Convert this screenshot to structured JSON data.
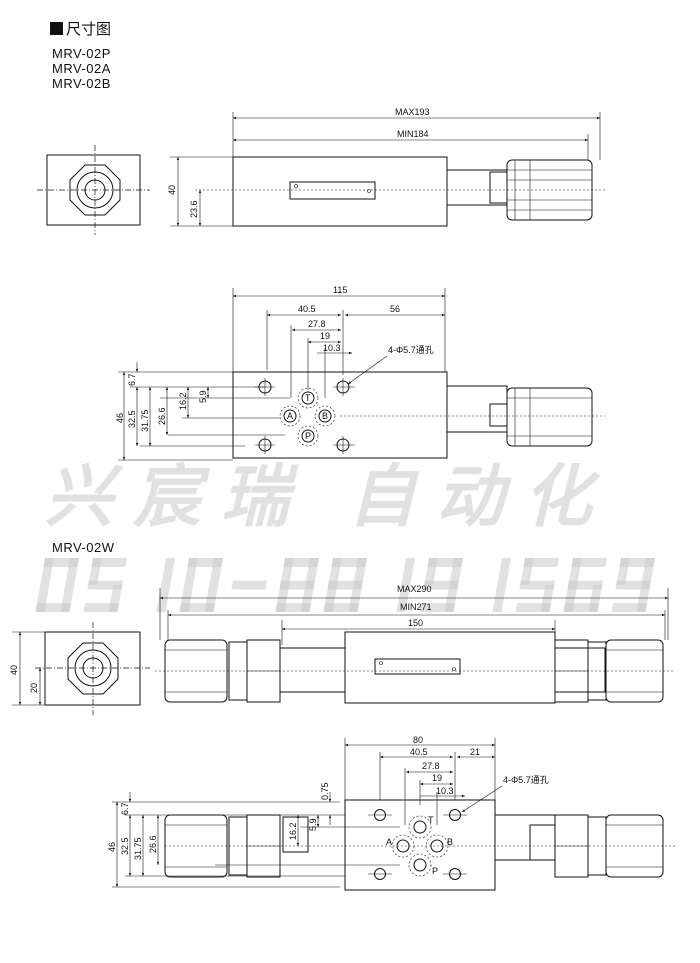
{
  "header": {
    "title": "尺寸图"
  },
  "models_top": [
    "MRV-02P",
    "MRV-02A",
    "MRV-02B"
  ],
  "model_bottom": "MRV-02W",
  "watermark": {
    "line1": "兴宸瑞 自动化",
    "line2": "0510-88191569"
  },
  "top": {
    "max": "MAX193",
    "min": "MIN184",
    "h40": "40",
    "h236": "23.6"
  },
  "mid": {
    "d115": "115",
    "d405": "40.5",
    "d56": "56",
    "d278": "27.8",
    "d19": "19",
    "d103": "10.3",
    "hole_note": "4-Φ5.7通孔",
    "v46": "46",
    "v325": "32.5",
    "v3175": "31.75",
    "v266": "26.6",
    "v162": "16.2",
    "v59": "5.9",
    "v67": "6.7",
    "ports": {
      "T": "T",
      "A": "A",
      "B": "B",
      "P": "P"
    }
  },
  "w": {
    "max": "MAX290",
    "min": "MIN271",
    "d150": "150",
    "h40": "40",
    "h20": "20"
  },
  "bot": {
    "d80": "80",
    "d405": "40.5",
    "d21": "21",
    "d278": "27.8",
    "d19": "19",
    "d103": "10.3",
    "hole_note": "4-Φ5.7通孔",
    "v46": "46",
    "v325": "32.5",
    "v3175": "31.75",
    "v266": "26.6",
    "v162": "16.2",
    "v59": "5.9",
    "v67": "6.7",
    "v075": "0.75",
    "ports": {
      "T": "T",
      "A": "A",
      "B": "B",
      "P": "P"
    }
  }
}
